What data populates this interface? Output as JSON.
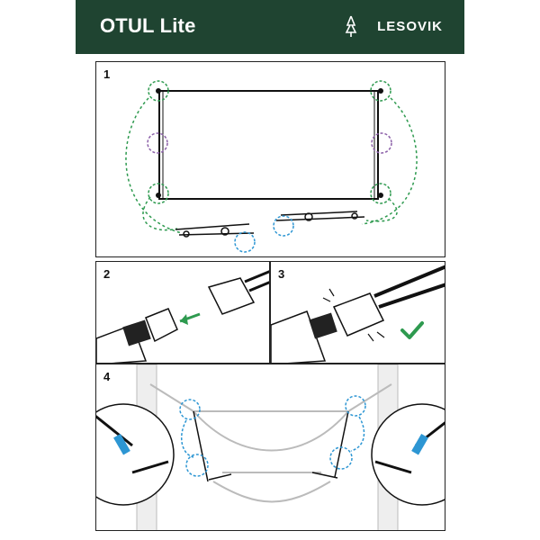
{
  "header": {
    "title": "OTUL Lite",
    "brand": "LESOVIK",
    "brand_icon": "tree-logo-icon"
  },
  "steps": [
    {
      "number": "1"
    },
    {
      "number": "2"
    },
    {
      "number": "3"
    },
    {
      "number": "4"
    }
  ],
  "colors": {
    "header": "#1f4431",
    "guide_green": "#2e9a4f",
    "guide_purple": "#8b5fa8",
    "guide_blue": "#2d96d3",
    "check": "#2e9a4f"
  }
}
